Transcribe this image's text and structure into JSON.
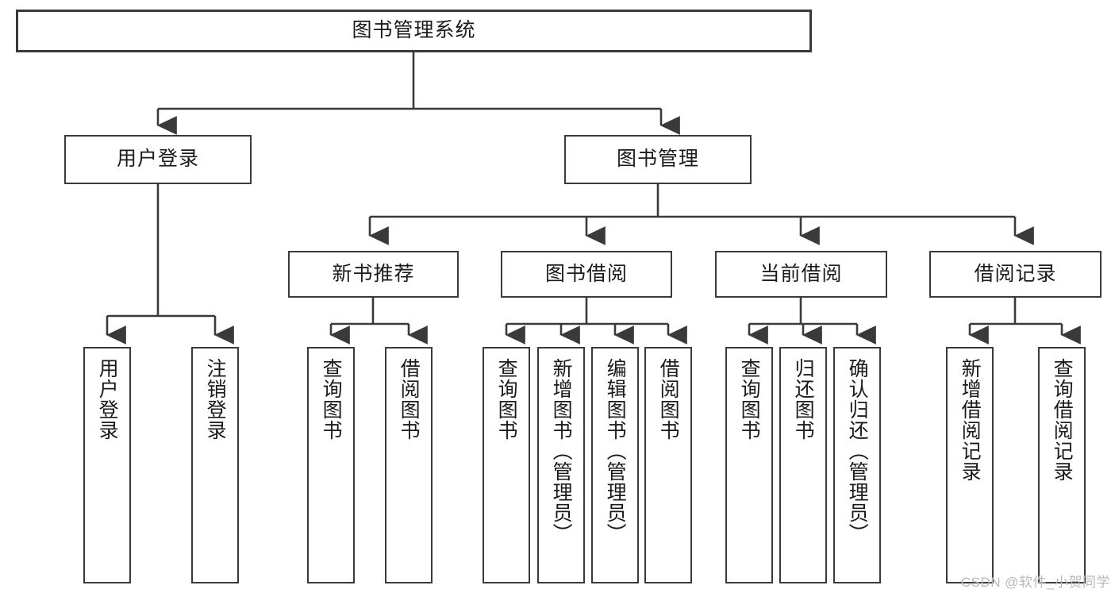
{
  "diagram": {
    "title": "图书管理系统",
    "watermark": "CSDN @软件_小贺同学",
    "nodes": {
      "root": "图书管理系统",
      "l2": [
        "用户登录",
        "图书管理"
      ],
      "l3": [
        "新书推荐",
        "图书借阅",
        "当前借阅",
        "借阅记录"
      ],
      "leaves_user_login": [
        "用户登录",
        "注销登录"
      ],
      "leaves_new_books": [
        "查询图书",
        "借阅图书"
      ],
      "leaves_book_borrow": [
        "查询图书",
        "新增图书（管理员）",
        "编辑图书（管理员）",
        "借阅图书"
      ],
      "leaves_current_borrow": [
        "查询图书",
        "归还图书",
        "确认归还（管理员）"
      ],
      "leaves_borrow_record": [
        "新增借阅记录",
        "查询借阅记录"
      ]
    },
    "colors": {
      "stroke": "#3a3a3a",
      "fill": "#ffffff",
      "text": "#1b1b1b",
      "watermark": "#b9b9b9"
    }
  }
}
